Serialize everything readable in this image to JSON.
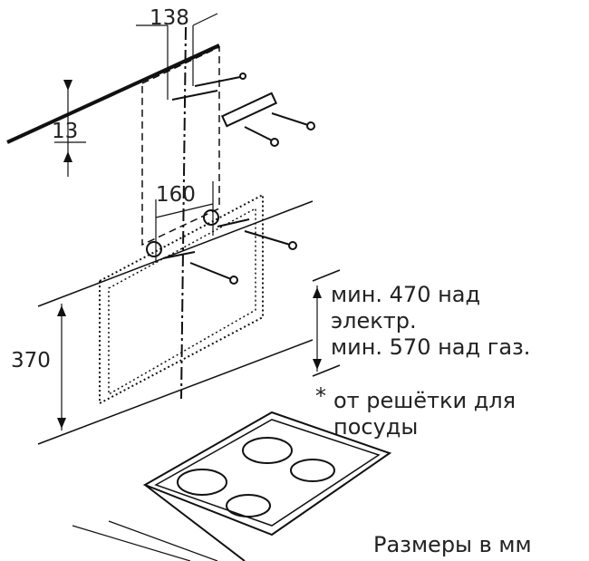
{
  "dimensions": {
    "bracket_spacing_top": "138",
    "ceiling_offset": "13",
    "bracket_spacing_mid": "160",
    "height_above_worktop": "370"
  },
  "notes": {
    "min_electric_line1": "мин. 470 над",
    "min_electric_line2": "электр.",
    "min_gas": "мин. 570 над газ.",
    "asterisk": "*",
    "from_grate_line1": "от решётки для",
    "from_grate_line2": "посуды"
  },
  "footer": {
    "units": "Размеры в мм"
  }
}
